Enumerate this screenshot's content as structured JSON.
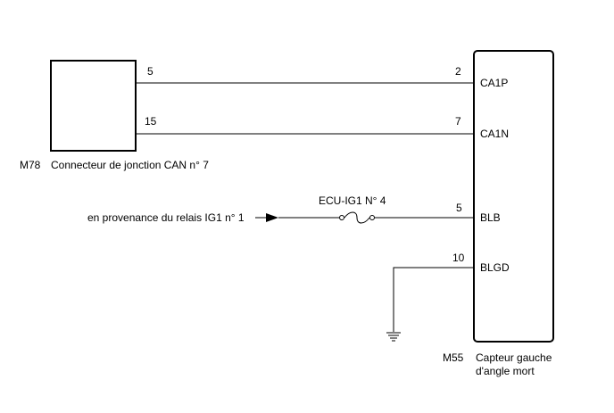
{
  "left_component": {
    "id": "M78",
    "name": "Connecteur de jonction CAN n° 7"
  },
  "right_component": {
    "id": "M55",
    "name_line1": "Capteur gauche",
    "name_line2": "d'angle mort"
  },
  "wires": [
    {
      "left_pin": "5",
      "right_pin": "2",
      "signal": "CA1P"
    },
    {
      "left_pin": "15",
      "right_pin": "7",
      "signal": "CA1N"
    },
    {
      "right_pin": "5",
      "signal": "BLB"
    },
    {
      "right_pin": "10",
      "signal": "BLGD"
    }
  ],
  "power_source": {
    "label": "en provenance du relais IG1 n° 1",
    "fuse_label": "ECU-IG1 N° 4"
  }
}
